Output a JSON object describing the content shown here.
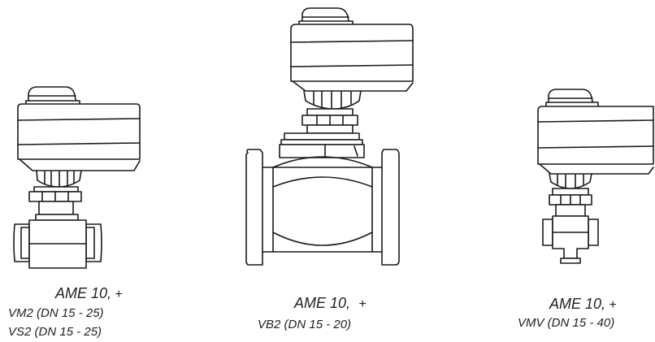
{
  "figures": [
    {
      "id": "left",
      "title": "AME 10,",
      "plus": "+",
      "models": [
        "VM2 (DN 15 - 25)",
        "VS2 (DN 15 - 25)"
      ]
    },
    {
      "id": "center",
      "title": "AME 10,",
      "plus": "+",
      "models": [
        "VB2 (DN 15 - 20)"
      ]
    },
    {
      "id": "right",
      "title": "AME 10,",
      "plus": "+",
      "models": [
        "VMV (DN 15 - 40)"
      ]
    }
  ]
}
